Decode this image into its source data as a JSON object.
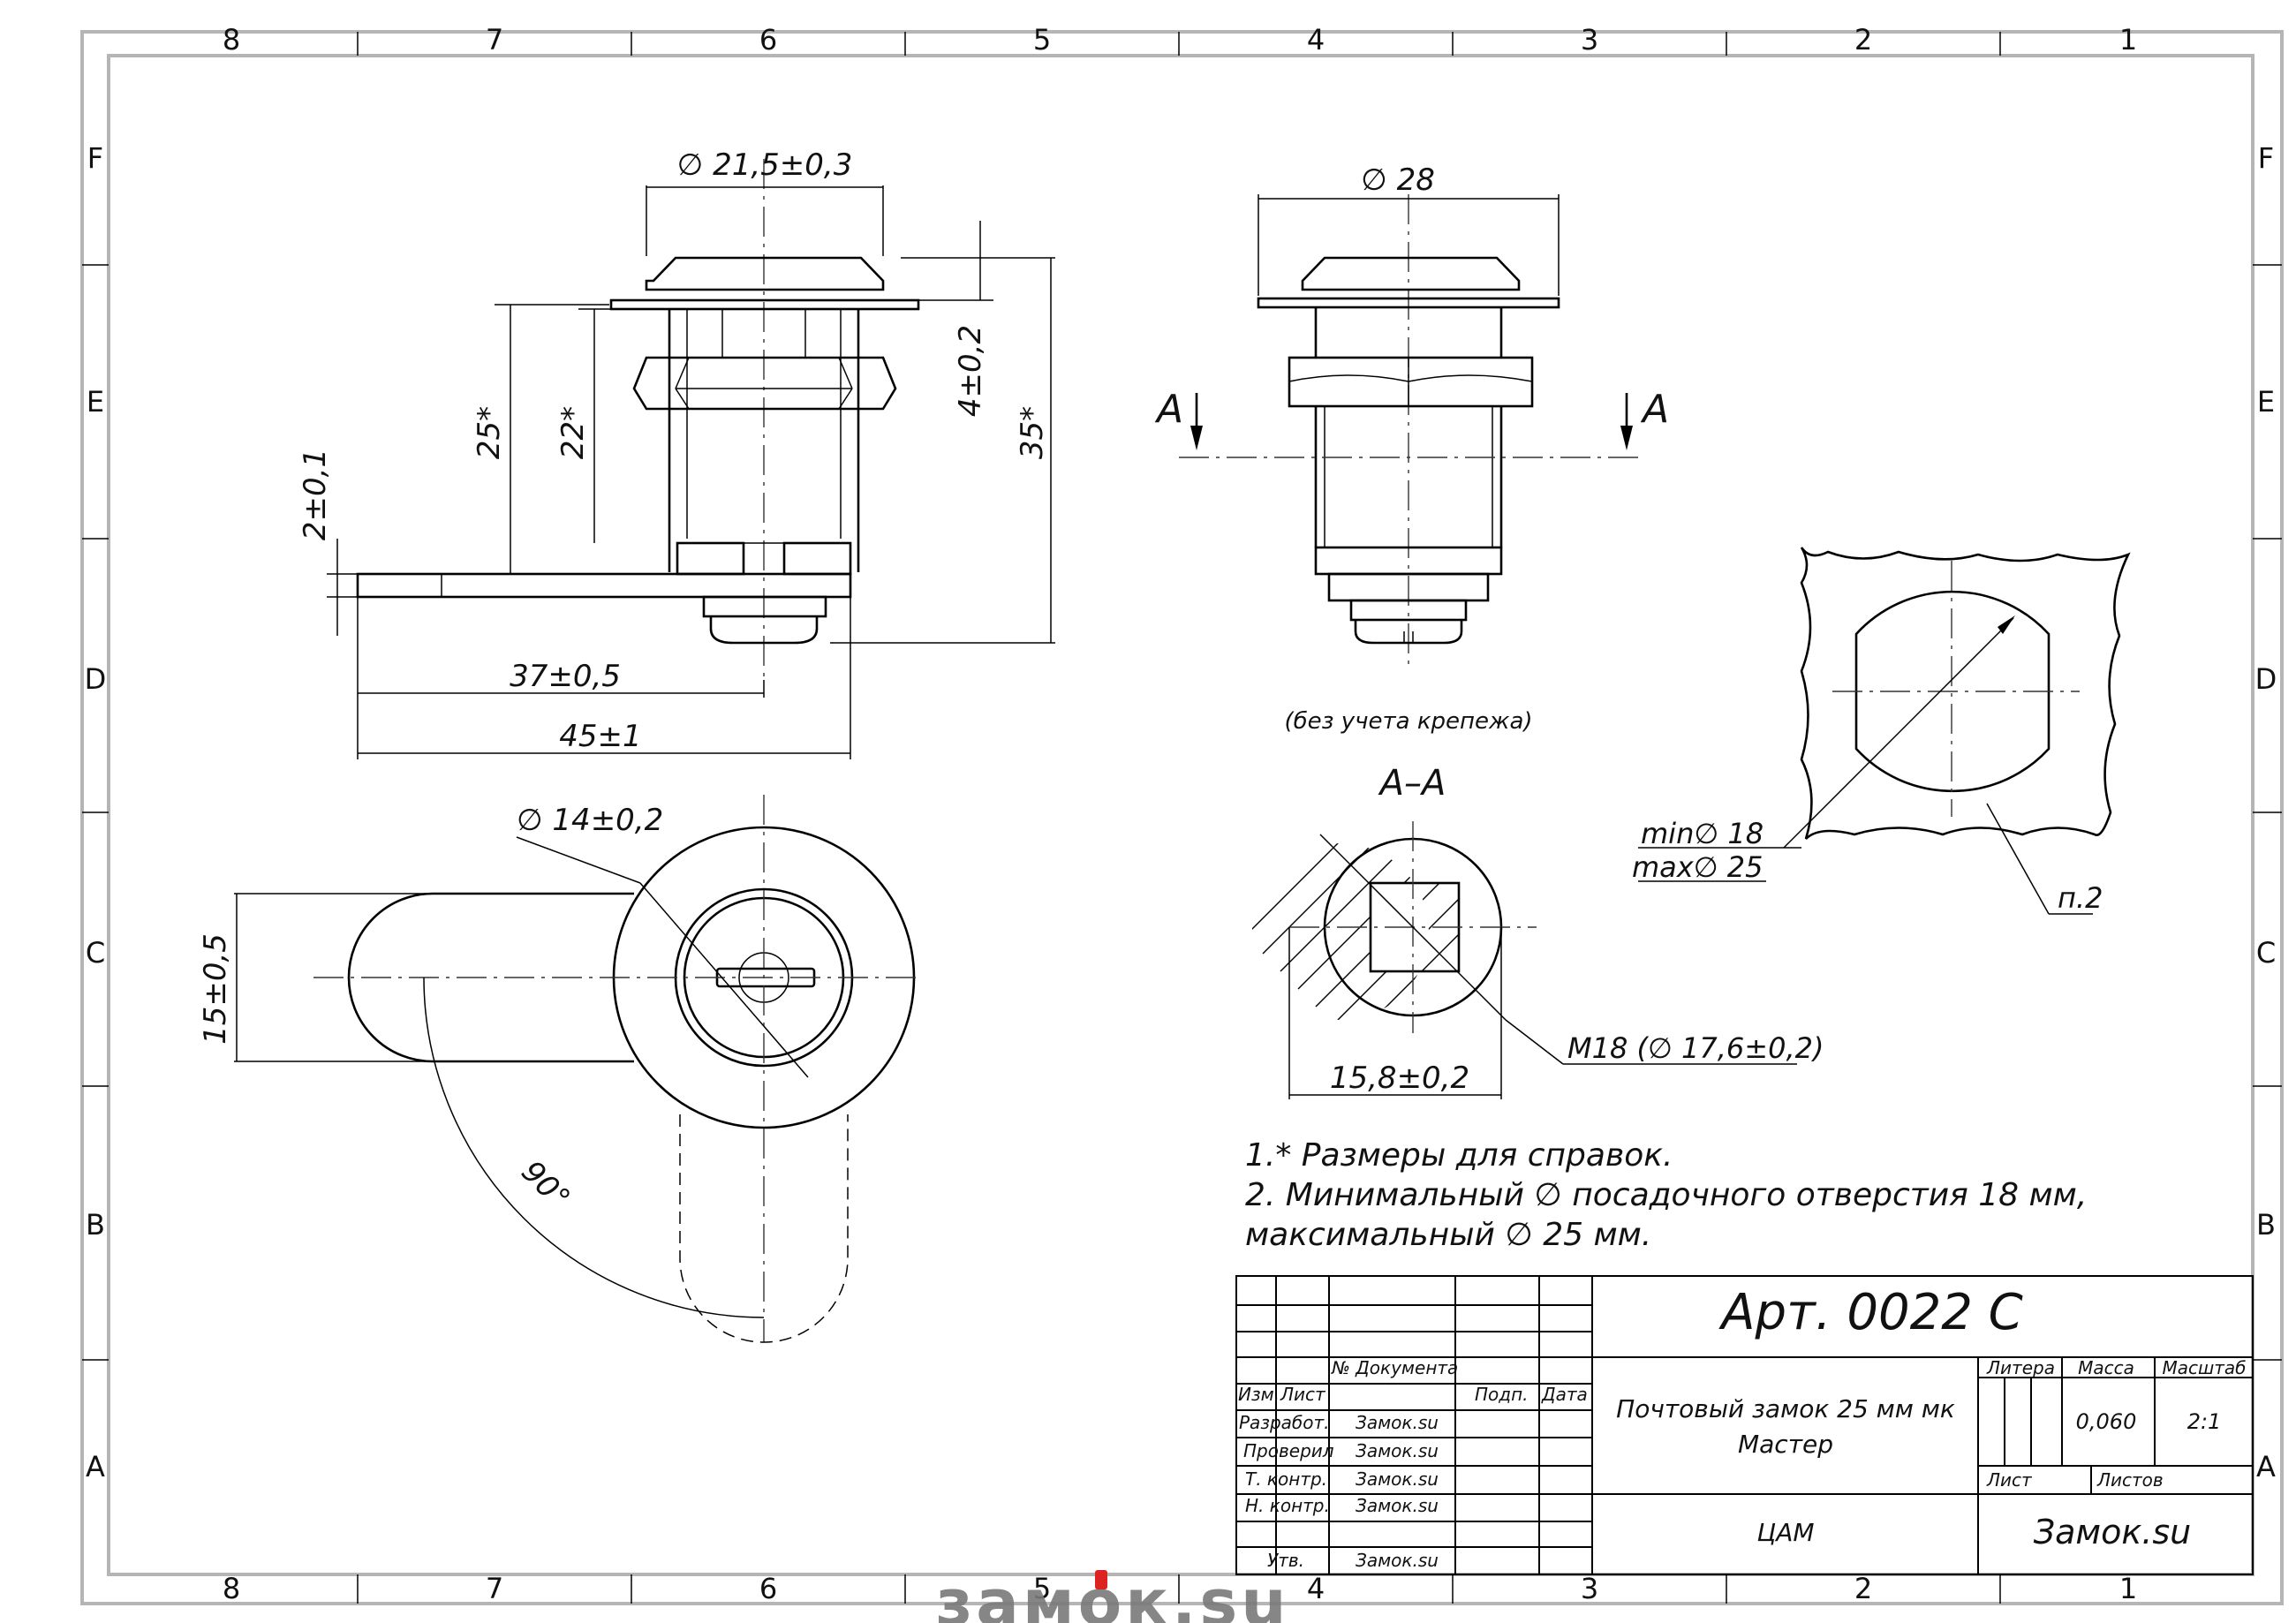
{
  "zones": {
    "columns": [
      "8",
      "7",
      "6",
      "5",
      "4",
      "3",
      "2",
      "1"
    ],
    "rows": [
      "F",
      "E",
      "D",
      "C",
      "B",
      "A"
    ]
  },
  "dimensions": {
    "dia_21_5": "∅ 21,5±0,3",
    "dia_28": "∅ 28",
    "h_4": "4±0,2",
    "h_25": "25*",
    "h_22": "22*",
    "h_35": "35*",
    "h_2": "2±0,1",
    "len_37": "37±0,5",
    "len_45": "45±1",
    "dia_14": "∅ 14±0,2",
    "h_15": "15±0,5",
    "angle_90": "90°",
    "width_15_8": "15,8±0,2",
    "thread": "M18  (∅ 17,6±0,2)",
    "cutout_min": "min∅  18",
    "cutout_max": "max∅ 25",
    "note_ref": "п.2"
  },
  "labels": {
    "section_a_left": "A",
    "section_a_right": "A",
    "section_title": "A–A",
    "without_fastening": "(без учета крепежа)"
  },
  "notes": [
    "1.* Размеры для справок.",
    "2. Минимальный ∅ посадочного отверстия 18 мм,",
    "максимальный ∅  25 мм."
  ],
  "title_block": {
    "article": "Арт. 0022 С",
    "product_name_line1": "Почтовый замок 25 мм мк",
    "product_name_line2": "Мастер",
    "material": "ЦАМ",
    "company": "Замок.su",
    "col_doc_number": "№ Документа",
    "col_izm": "Изм.",
    "col_list": "Лист",
    "col_podp": "Подп.",
    "col_data": "Дата",
    "rows": [
      {
        "role": "Разработ.",
        "name": "Замок.su"
      },
      {
        "role": "Проверил",
        "name": "Замок.su"
      },
      {
        "role": "Т. контр.",
        "name": "Замок.su"
      },
      {
        "role": "Н. контр.",
        "name": "Замок.su"
      },
      {
        "role": "Утв.",
        "name": "Замок.su"
      }
    ],
    "litera_label": "Литера",
    "mass_label": "Масса",
    "scale_label": "Масштаб",
    "mass_value": "0,060",
    "scale_value": "2:1",
    "sheet_label": "Лист",
    "sheets_label": "Листов"
  },
  "watermark": "замок.su"
}
